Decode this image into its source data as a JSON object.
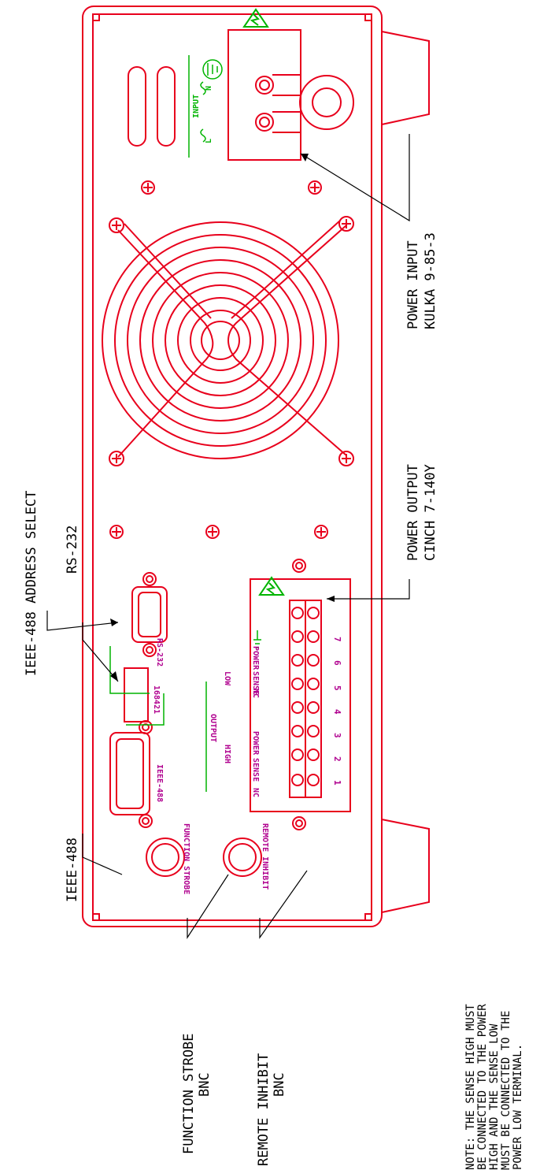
{
  "colors": {
    "chassis": "#e8001c",
    "front_label": "#b0008f",
    "input_label": "#00b400",
    "callout": "#000000"
  },
  "callouts": {
    "ieee488_address_select": "IEEE-488 ADDRESS SELECT",
    "rs232": "RS-232",
    "ieee488": "IEEE-488",
    "function_strobe": [
      "FUNCTION STROBE",
      "BNC"
    ],
    "remote_inhibit": [
      "REMOTE INHIBIT",
      "BNC"
    ],
    "power_output": [
      "POWER OUTPUT",
      "CINCH 7-140Y"
    ],
    "power_input": [
      "POWER INPUT",
      "KULKA 9-85-3"
    ],
    "note": [
      "NOTE: THE SENSE HIGH MUST",
      "BE CONNECTED TO THE POWER",
      "HIGH AND THE SENSE LOW",
      "MUST BE CONNECTED TO THE",
      "POWER LOW TERMINAL."
    ]
  },
  "panel_labels": {
    "rs232": "RS-232",
    "address_switch": "168421",
    "ieee488": "IEEE-488",
    "function_strobe": "FUNCTION STROBE",
    "remote_inhibit": "REMOTE INHIBIT",
    "output": "OUTPUT",
    "high": "HIGH",
    "low": "LOW",
    "terminal_names": [
      "NC",
      "SENSE",
      "POWER",
      "NC",
      "SENSE",
      "POWER"
    ],
    "terminal_numbers": [
      "1",
      "2",
      "3",
      "4",
      "5",
      "6",
      "7"
    ],
    "input": "INPUT",
    "line": "L",
    "neutral": "N"
  }
}
